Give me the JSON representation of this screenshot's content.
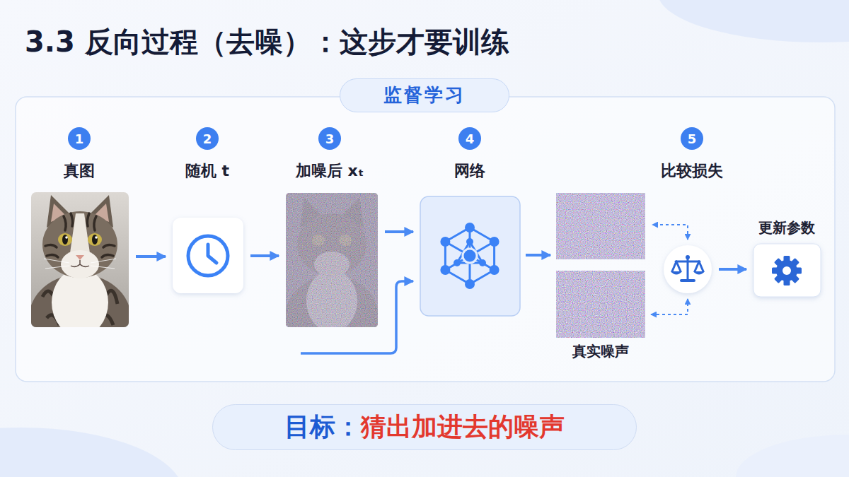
{
  "diagram": {
    "title": "3.3 反向过程（去噪）：这步才要训练",
    "nodes": [
      {
        "text": [
          "监督学习"
        ]
      },
      {
        "text": [
          "真图"
        ],
        "in": 0
      },
      {
        "text": [
          "随机 t"
        ],
        "in": 0
      },
      {
        "text": [
          "加噪后 xₜ"
        ],
        "in": 0
      },
      {
        "text": [
          "网络"
        ],
        "in": 0
      },
      {
        "text": [
          "真实噪声"
        ],
        "in": 0
      },
      {
        "text": [
          "比较损失"
        ],
        "in": 0
      },
      {
        "text": [
          "更新参数"
        ],
        "in": 0
      },
      {
        "text": [
          "目标：",
          "猜出加进去的噪声"
        ]
      }
    ],
    "edges": [
      {
        "from": 1,
        "to": 2,
        "arrow": "to"
      },
      {
        "from": 2,
        "to": 3,
        "arrow": "to"
      },
      {
        "from": 3,
        "to": 4,
        "arrow": "to"
      },
      {
        "from": 5,
        "to": 6,
        "arrow": "both"
      },
      {
        "from": 6,
        "to": 7,
        "arrow": "to"
      }
    ],
    "labels": [
      "1",
      "2",
      "3",
      "4",
      "5"
    ]
  }
}
